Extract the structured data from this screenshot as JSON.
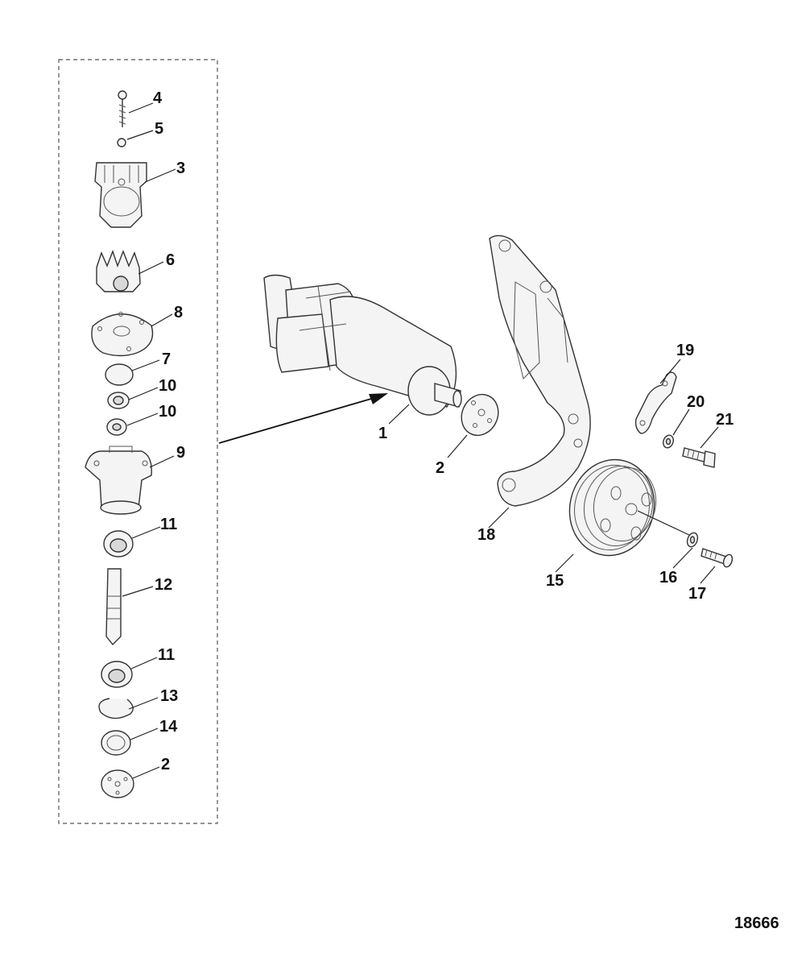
{
  "diagram": {
    "figure_number": "18666",
    "callouts": {
      "c1": "1",
      "c2a": "2",
      "c2b": "2",
      "c3": "3",
      "c4": "4",
      "c5": "5",
      "c6": "6",
      "c7": "7",
      "c8": "8",
      "c9": "9",
      "c10a": "10",
      "c10b": "10",
      "c11a": "11",
      "c11b": "11",
      "c12": "12",
      "c13": "13",
      "c14": "14",
      "c15": "15",
      "c16": "16",
      "c17": "17",
      "c18": "18",
      "c19": "19",
      "c20": "20",
      "c21": "21"
    }
  }
}
